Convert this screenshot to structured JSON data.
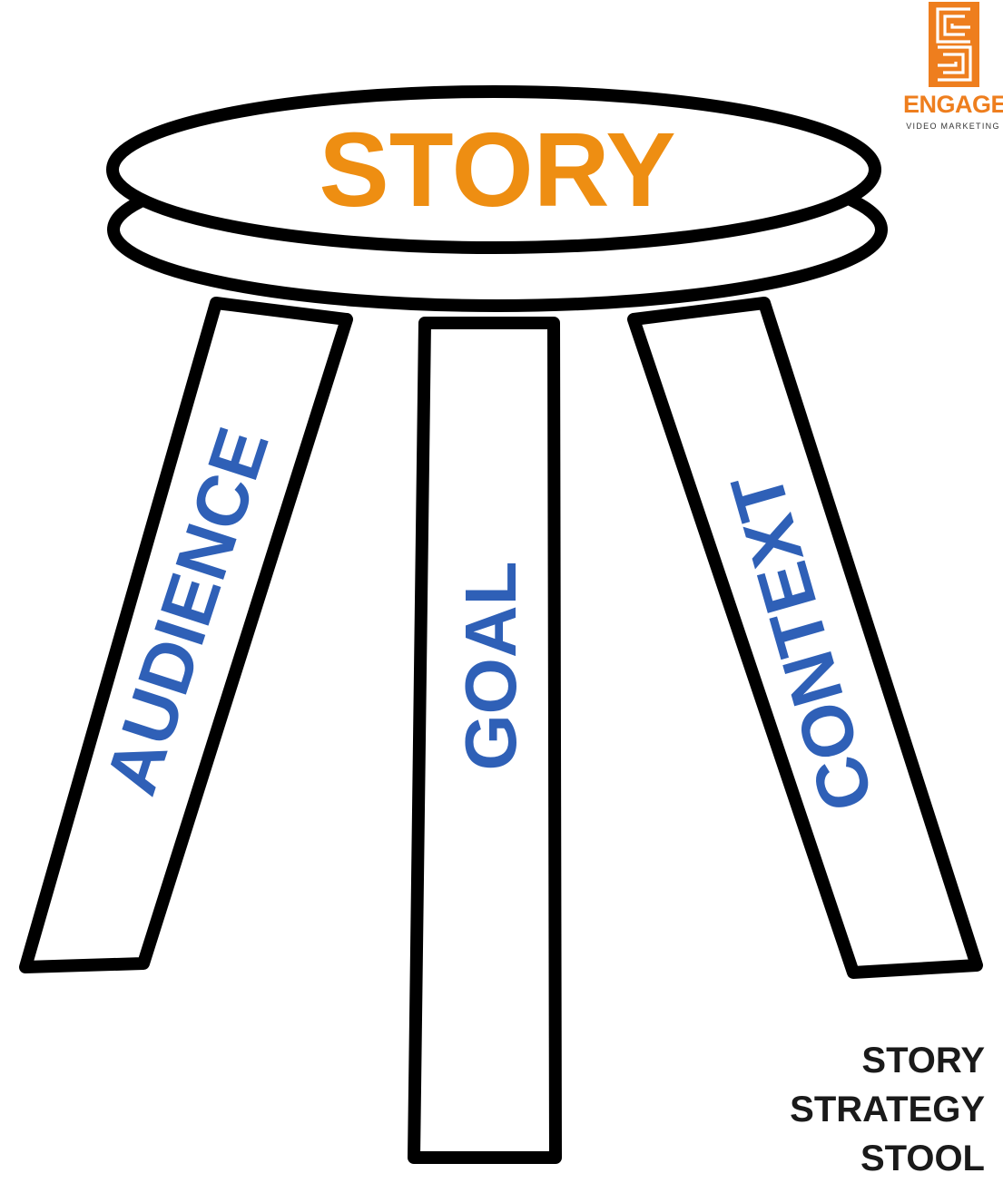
{
  "stool": {
    "seat_label": "STORY",
    "legs": [
      {
        "label": "AUDIENCE"
      },
      {
        "label": "GOAL"
      },
      {
        "label": "CONTEXT"
      }
    ]
  },
  "logo": {
    "brand": "ENGAGE",
    "tagline": "VIDEO MARKETING"
  },
  "caption": {
    "lines": [
      "STORY",
      "STRATEGY",
      "STOOL"
    ]
  },
  "colors": {
    "seat_text": "#ee8e12",
    "leg_text": "#2f60b7",
    "brand": "#ee7e1e",
    "outline": "#000000"
  }
}
